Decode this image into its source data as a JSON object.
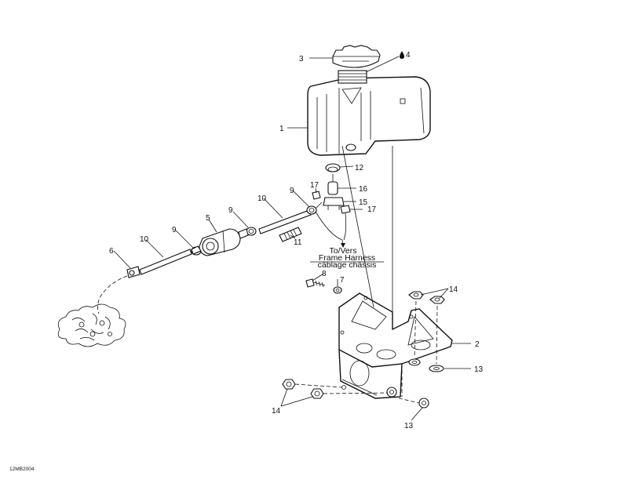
{
  "callouts": {
    "c1": "1",
    "c2": "2",
    "c3": "3",
    "c4": "4",
    "c5": "5",
    "c6": "6",
    "c7": "7",
    "c8": "8",
    "c9a": "9",
    "c9b": "9",
    "c9c": "9",
    "c10a": "10",
    "c10b": "10",
    "c11": "11",
    "c12": "12",
    "c13a": "13",
    "c13b": "13",
    "c14a": "14",
    "c14b": "14",
    "c15": "15",
    "c16": "16",
    "c17a": "17",
    "c17b": "17"
  },
  "note": {
    "line1": "To/Vers",
    "line2": "Frame Harness",
    "line3": "câblage châssis"
  },
  "reference": "12MB2004"
}
